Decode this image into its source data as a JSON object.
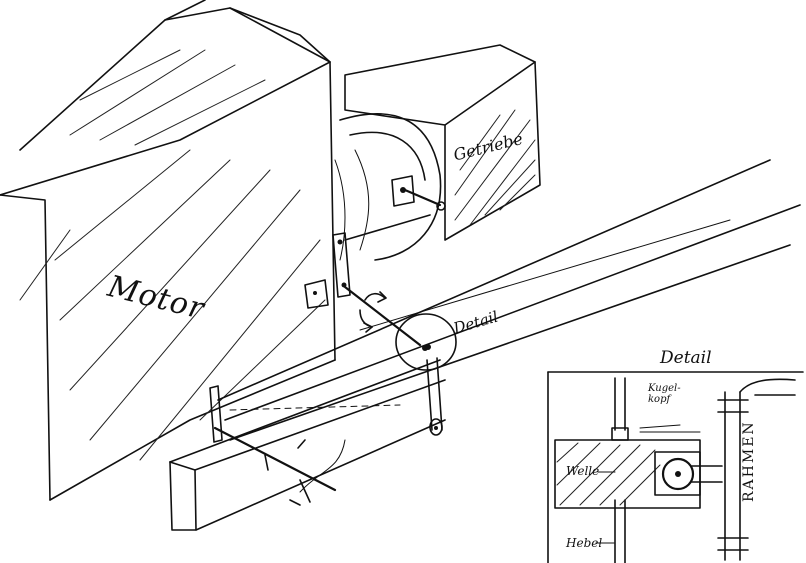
{
  "labels": {
    "motor": "Motor",
    "getriebe": "Getriebe",
    "detail_main": "Detail",
    "detail_inset": "Detail",
    "kugelkopf": "Kugel-kopf",
    "welle": "Welle",
    "hebel": "Hebel",
    "rahmen": "RAHMEN"
  },
  "colors": {
    "ink": "#111111",
    "paper": "#ffffff"
  }
}
